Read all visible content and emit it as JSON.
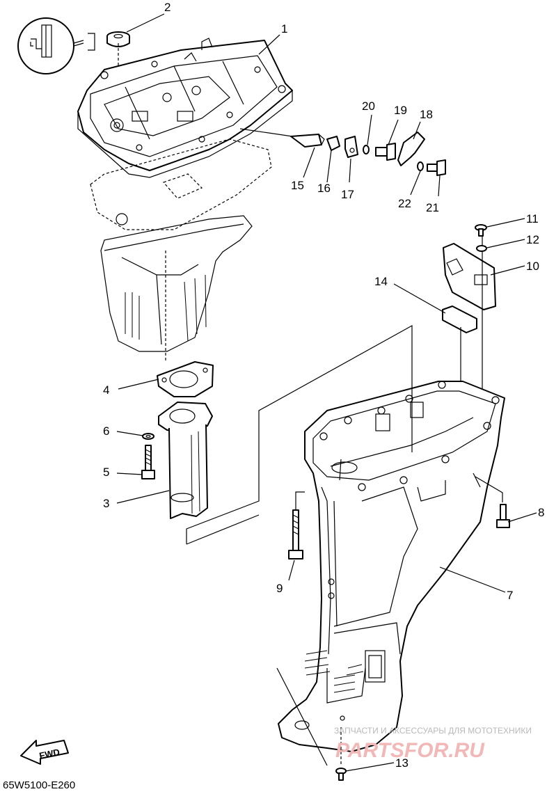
{
  "diagram": {
    "code": "65W5100-E260",
    "fwd_label": "FWD",
    "callouts": [
      {
        "id": "c1",
        "label": "1"
      },
      {
        "id": "c2",
        "label": "2"
      },
      {
        "id": "c3",
        "label": "3"
      },
      {
        "id": "c4",
        "label": "4"
      },
      {
        "id": "c5",
        "label": "5"
      },
      {
        "id": "c6",
        "label": "6"
      },
      {
        "id": "c7",
        "label": "7"
      },
      {
        "id": "c8",
        "label": "8"
      },
      {
        "id": "c9",
        "label": "9"
      },
      {
        "id": "c10",
        "label": "10"
      },
      {
        "id": "c11",
        "label": "11"
      },
      {
        "id": "c12",
        "label": "12"
      },
      {
        "id": "c13",
        "label": "13"
      },
      {
        "id": "c14",
        "label": "14"
      },
      {
        "id": "c15",
        "label": "15"
      },
      {
        "id": "c16",
        "label": "16"
      },
      {
        "id": "c17",
        "label": "17"
      },
      {
        "id": "c18",
        "label": "18"
      },
      {
        "id": "c19",
        "label": "19"
      },
      {
        "id": "c20",
        "label": "20"
      },
      {
        "id": "c21",
        "label": "21"
      },
      {
        "id": "c22",
        "label": "22"
      }
    ]
  },
  "watermark": {
    "tagline": "ЗАПЧАСТИ И АКСЕССУАРЫ ДЛЯ МОТОТЕХНИКИ",
    "logo": "PARTSFOR.RU"
  },
  "colors": {
    "line": "#000000",
    "background": "#ffffff",
    "watermark_text": "#b9b9b9",
    "watermark_logo": "#f2b8b8"
  }
}
